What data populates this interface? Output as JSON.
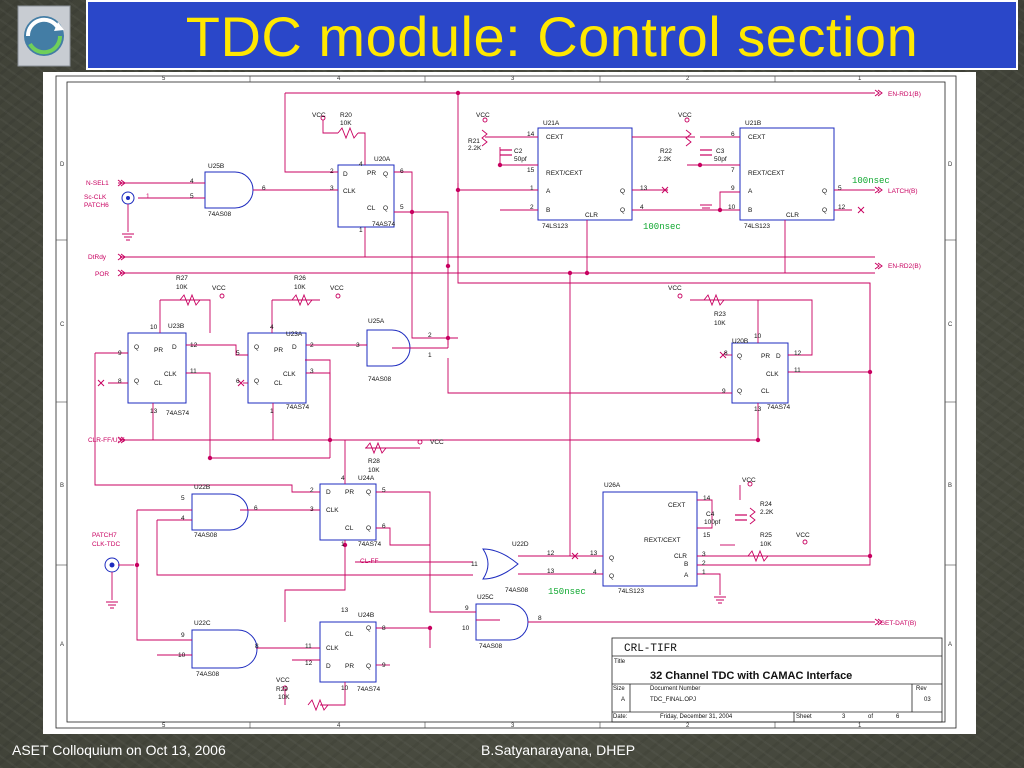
{
  "slide": {
    "title": "TDC module: Control section",
    "footer_left": "ASET Colloquium on Oct 13, 2006",
    "footer_right": "B.Satyanarayana, DHEP"
  },
  "logo": {
    "icon": "circular-arrow-logo-icon"
  },
  "schematic": {
    "border_cols": [
      "5",
      "4",
      "3",
      "2",
      "1"
    ],
    "border_rows": [
      "D",
      "C",
      "B",
      "A"
    ],
    "texts": [
      {
        "id": "u25b",
        "t": "U25B"
      },
      {
        "id": "u25b_t",
        "t": "74AS08"
      },
      {
        "id": "u20a",
        "t": "U20A"
      },
      {
        "id": "u20a_t",
        "t": "74AS74"
      },
      {
        "id": "u21a",
        "t": "U21A"
      },
      {
        "id": "u21a_t",
        "t": "74LS123"
      },
      {
        "id": "u21b",
        "t": "U21B"
      },
      {
        "id": "u21b_t",
        "t": "74LS123"
      },
      {
        "id": "u23b",
        "t": "U23B"
      },
      {
        "id": "u23b_t",
        "t": "74AS74"
      },
      {
        "id": "u23a",
        "t": "U23A"
      },
      {
        "id": "u23a_t",
        "t": "74AS74"
      },
      {
        "id": "u25a",
        "t": "U25A"
      },
      {
        "id": "u25a_t",
        "t": "74AS08"
      },
      {
        "id": "u20b",
        "t": "U20B"
      },
      {
        "id": "u20b_t",
        "t": "74AS74"
      },
      {
        "id": "u22b",
        "t": "U22B"
      },
      {
        "id": "u22b_t",
        "t": "74AS08"
      },
      {
        "id": "u24a",
        "t": "U24A"
      },
      {
        "id": "u24a_t",
        "t": "74AS74"
      },
      {
        "id": "u26a",
        "t": "U26A"
      },
      {
        "id": "u26a_t",
        "t": "74LS123"
      },
      {
        "id": "u22d",
        "t": "U22D"
      },
      {
        "id": "u22d_t",
        "t": "74AS08"
      },
      {
        "id": "u25c",
        "t": "U25C"
      },
      {
        "id": "u25c_t",
        "t": "74AS08"
      },
      {
        "id": "u22c",
        "t": "U22C"
      },
      {
        "id": "u22c_t",
        "t": "74AS08"
      },
      {
        "id": "u24b",
        "t": "U24B"
      },
      {
        "id": "u24b_t",
        "t": "74AS74"
      },
      {
        "id": "vcc1",
        "t": "VCC"
      },
      {
        "id": "r20",
        "t": "R20"
      },
      {
        "id": "r20v",
        "t": "10K"
      },
      {
        "id": "vcc2",
        "t": "VCC"
      },
      {
        "id": "r21",
        "t": "R21"
      },
      {
        "id": "r21v",
        "t": "2.2K"
      },
      {
        "id": "c2",
        "t": "C2"
      },
      {
        "id": "c2v",
        "t": "50pf"
      },
      {
        "id": "vcc3",
        "t": "VCC"
      },
      {
        "id": "r22",
        "t": "R22"
      },
      {
        "id": "r22v",
        "t": "2.2K"
      },
      {
        "id": "c3",
        "t": "C3"
      },
      {
        "id": "c3v",
        "t": "50pf"
      },
      {
        "id": "r27",
        "t": "R27"
      },
      {
        "id": "r27v",
        "t": "10K"
      },
      {
        "id": "vcc4",
        "t": "VCC"
      },
      {
        "id": "r26",
        "t": "R26"
      },
      {
        "id": "r26v",
        "t": "10K"
      },
      {
        "id": "vcc5",
        "t": "VCC"
      },
      {
        "id": "vcc6",
        "t": "VCC"
      },
      {
        "id": "r23",
        "t": "R23"
      },
      {
        "id": "r23v",
        "t": "10K"
      },
      {
        "id": "r28",
        "t": "R28"
      },
      {
        "id": "r28v",
        "t": "10K"
      },
      {
        "id": "vcc7",
        "t": "VCC"
      },
      {
        "id": "vcc8",
        "t": "VCC"
      },
      {
        "id": "r24",
        "t": "R24"
      },
      {
        "id": "r24v",
        "t": "2.2K"
      },
      {
        "id": "c4",
        "t": "C4"
      },
      {
        "id": "c4v",
        "t": "100pf"
      },
      {
        "id": "r25",
        "t": "R25"
      },
      {
        "id": "r25v",
        "t": "10K"
      },
      {
        "id": "vcc9",
        "t": "VCC"
      },
      {
        "id": "vcc10",
        "t": "VCC"
      },
      {
        "id": "r29",
        "t": "R29"
      },
      {
        "id": "r29v",
        "t": "10K"
      },
      {
        "id": "cext1",
        "t": "CEXT"
      },
      {
        "id": "rext1",
        "t": "REXT/CEXT"
      },
      {
        "id": "a1",
        "t": "A"
      },
      {
        "id": "b1",
        "t": "B"
      },
      {
        "id": "q1",
        "t": "Q"
      },
      {
        "id": "qn1",
        "t": "Q"
      },
      {
        "id": "clr1",
        "t": "CLR"
      },
      {
        "id": "cext2",
        "t": "CEXT"
      },
      {
        "id": "rext2",
        "t": "REXT/CEXT"
      },
      {
        "id": "a2",
        "t": "A"
      },
      {
        "id": "b2",
        "t": "B"
      },
      {
        "id": "q2",
        "t": "Q"
      },
      {
        "id": "qn2",
        "t": "Q"
      },
      {
        "id": "clr2",
        "t": "CLR"
      },
      {
        "id": "cext3",
        "t": "CEXT"
      },
      {
        "id": "rext3",
        "t": "REXT/CEXT"
      },
      {
        "id": "clr3",
        "t": "CLR"
      },
      {
        "id": "b3",
        "t": "B"
      },
      {
        "id": "a3",
        "t": "A"
      },
      {
        "id": "q3",
        "t": "Q"
      },
      {
        "id": "qn3",
        "t": "Q"
      },
      {
        "id": "pin14a",
        "t": "14"
      },
      {
        "id": "pin15a",
        "t": "15"
      },
      {
        "id": "pin1a",
        "t": "1"
      },
      {
        "id": "pin2a",
        "t": "2"
      },
      {
        "id": "pin13a",
        "t": "13"
      },
      {
        "id": "pin4a",
        "t": "4"
      },
      {
        "id": "pin6b",
        "t": "6"
      },
      {
        "id": "pin7b",
        "t": "7"
      },
      {
        "id": "pin9b",
        "t": "9"
      },
      {
        "id": "pin10b",
        "t": "10"
      },
      {
        "id": "pin5b",
        "t": "5"
      },
      {
        "id": "pin12b",
        "t": "12"
      },
      {
        "id": "pin14c",
        "t": "14"
      },
      {
        "id": "pin15c",
        "t": "15"
      },
      {
        "id": "pin3c",
        "t": "3"
      },
      {
        "id": "pin2c",
        "t": "2"
      },
      {
        "id": "pin1c",
        "t": "1"
      },
      {
        "id": "pin13c",
        "t": "13"
      },
      {
        "id": "pin4c",
        "t": "4"
      },
      {
        "id": "d1",
        "t": "D"
      },
      {
        "id": "clk1",
        "t": "CLK"
      },
      {
        "id": "pr1",
        "t": "PR"
      },
      {
        "id": "cl1",
        "t": "CL"
      },
      {
        "id": "q4",
        "t": "Q"
      },
      {
        "id": "qn4",
        "t": "Q"
      },
      {
        "id": "pin2d",
        "t": "2"
      },
      {
        "id": "pin3d",
        "t": "3"
      },
      {
        "id": "pin4d",
        "t": "4"
      },
      {
        "id": "pin1d",
        "t": "1"
      },
      {
        "id": "pin5d",
        "t": "5"
      },
      {
        "id": "pin6d",
        "t": "6"
      },
      {
        "id": "dd",
        "t": "D"
      },
      {
        "id": "pr2",
        "t": "PR"
      },
      {
        "id": "q5",
        "t": "Q"
      },
      {
        "id": "qn5",
        "t": "Q"
      },
      {
        "id": "clk2",
        "t": "CLK"
      },
      {
        "id": "cl2",
        "t": "CL"
      },
      {
        "id": "pin12e",
        "t": "12"
      },
      {
        "id": "pin10e",
        "t": "10"
      },
      {
        "id": "pin9e",
        "t": "9"
      },
      {
        "id": "pin8e",
        "t": "8"
      },
      {
        "id": "pin11e",
        "t": "11"
      },
      {
        "id": "pin13e",
        "t": "13"
      },
      {
        "id": "dq",
        "t": "D"
      },
      {
        "id": "pr3",
        "t": "PR"
      },
      {
        "id": "q6",
        "t": "Q"
      },
      {
        "id": "qn6",
        "t": "Q"
      },
      {
        "id": "clk3",
        "t": "CLK"
      },
      {
        "id": "cl3",
        "t": "CL"
      },
      {
        "id": "pin2f",
        "t": "2"
      },
      {
        "id": "pin4f",
        "t": "4"
      },
      {
        "id": "pin5f",
        "t": "5"
      },
      {
        "id": "pin6f",
        "t": "6"
      },
      {
        "id": "pin3f",
        "t": "3"
      },
      {
        "id": "pin1f",
        "t": "1"
      },
      {
        "id": "pr4",
        "t": "PR"
      },
      {
        "id": "qn7",
        "t": "Q"
      },
      {
        "id": "dq2",
        "t": "D"
      },
      {
        "id": "clk4",
        "t": "CLK"
      },
      {
        "id": "cl4",
        "t": "CL"
      },
      {
        "id": "q7",
        "t": "Q"
      },
      {
        "id": "pin10g",
        "t": "10"
      },
      {
        "id": "pin8g",
        "t": "8"
      },
      {
        "id": "pin12g",
        "t": "12"
      },
      {
        "id": "pin11g",
        "t": "11"
      },
      {
        "id": "pin9g",
        "t": "9"
      },
      {
        "id": "pin13g",
        "t": "13"
      },
      {
        "id": "d5",
        "t": "D"
      },
      {
        "id": "clk5",
        "t": "CLK"
      },
      {
        "id": "pr5",
        "t": "PR"
      },
      {
        "id": "cl5",
        "t": "CL"
      },
      {
        "id": "q8",
        "t": "Q"
      },
      {
        "id": "qn8",
        "t": "Q"
      },
      {
        "id": "pin2h",
        "t": "2"
      },
      {
        "id": "pin3h",
        "t": "3"
      },
      {
        "id": "pin4h",
        "t": "4"
      },
      {
        "id": "pin5h",
        "t": "5"
      },
      {
        "id": "pin6h",
        "t": "6"
      },
      {
        "id": "pin1h",
        "t": "1"
      },
      {
        "id": "cl6",
        "t": "CL"
      },
      {
        "id": "clk6",
        "t": "CLK"
      },
      {
        "id": "d6",
        "t": "D"
      },
      {
        "id": "pr6",
        "t": "PR"
      },
      {
        "id": "q9",
        "t": "Q"
      },
      {
        "id": "qn9",
        "t": "Q"
      },
      {
        "id": "pin13i",
        "t": "13"
      },
      {
        "id": "pin11i",
        "t": "11"
      },
      {
        "id": "pin12i",
        "t": "12"
      },
      {
        "id": "pin10i",
        "t": "10"
      },
      {
        "id": "pin8i",
        "t": "8"
      },
      {
        "id": "pin9i",
        "t": "9"
      },
      {
        "id": "g1a",
        "t": "4"
      },
      {
        "id": "g1b",
        "t": "5"
      },
      {
        "id": "g1c",
        "t": "6"
      },
      {
        "id": "g2a",
        "t": "2"
      },
      {
        "id": "g2b",
        "t": "1"
      },
      {
        "id": "g2c",
        "t": "3"
      },
      {
        "id": "g3a",
        "t": "5"
      },
      {
        "id": "g3b",
        "t": "4"
      },
      {
        "id": "g3c",
        "t": "6"
      },
      {
        "id": "g4a",
        "t": "12"
      },
      {
        "id": "g4b",
        "t": "13"
      },
      {
        "id": "g4c",
        "t": "11"
      },
      {
        "id": "g5a",
        "t": "9"
      },
      {
        "id": "g5b",
        "t": "10"
      },
      {
        "id": "g5c",
        "t": "8"
      },
      {
        "id": "g6a",
        "t": "9"
      },
      {
        "id": "g6b",
        "t": "10"
      },
      {
        "id": "g6c",
        "t": "8"
      },
      {
        "id": "sig_nsel",
        "t": "N-SEL1"
      },
      {
        "id": "sig_scclk",
        "t": "Sc-CLK"
      },
      {
        "id": "sig_patch6",
        "t": "PATCH6"
      },
      {
        "id": "sig_dtrdy",
        "t": "DtRdy"
      },
      {
        "id": "sig_por",
        "t": "POR"
      },
      {
        "id": "sig_clrff",
        "t": "CLR-FF/U35"
      },
      {
        "id": "sig_patch7",
        "t": "PATCH7"
      },
      {
        "id": "sig_clktdc",
        "t": "CLK-TDC"
      },
      {
        "id": "sig_clff",
        "t": "CL-FF"
      },
      {
        "id": "sig_enrd1",
        "t": "EN-RD1(B)"
      },
      {
        "id": "sig_latch",
        "t": "LATCH(B)"
      },
      {
        "id": "sig_enrd2",
        "t": "EN-RD2(B)"
      },
      {
        "id": "sig_getdat",
        "t": "GET-DAT(B)"
      },
      {
        "id": "ann1",
        "t": "100nsec"
      },
      {
        "id": "ann2",
        "t": "100nsec"
      },
      {
        "id": "ann3",
        "t": "150nsec"
      },
      {
        "id": "pin1s",
        "t": "1"
      },
      {
        "id": "tb_org",
        "t": "CRL-TIFR"
      },
      {
        "id": "tb_titlelbl",
        "t": "Title"
      },
      {
        "id": "tb_title",
        "t": "32 Channel TDC with CAMAC Interface"
      },
      {
        "id": "tb_size",
        "t": "Size"
      },
      {
        "id": "tb_sizev",
        "t": "A"
      },
      {
        "id": "tb_docnum",
        "t": "Document Number"
      },
      {
        "id": "tb_docv",
        "t": "TDC_FINAL.OPJ"
      },
      {
        "id": "tb_rev",
        "t": "Rev"
      },
      {
        "id": "tb_revv",
        "t": "03"
      },
      {
        "id": "tb_date",
        "t": "Date:"
      },
      {
        "id": "tb_datev",
        "t": "Friday, December 31, 2004"
      },
      {
        "id": "tb_sheet",
        "t": "Sheet"
      },
      {
        "id": "tb_sheetv",
        "t": "3"
      },
      {
        "id": "tb_of",
        "t": "of"
      },
      {
        "id": "tb_ofv",
        "t": "6"
      }
    ]
  }
}
